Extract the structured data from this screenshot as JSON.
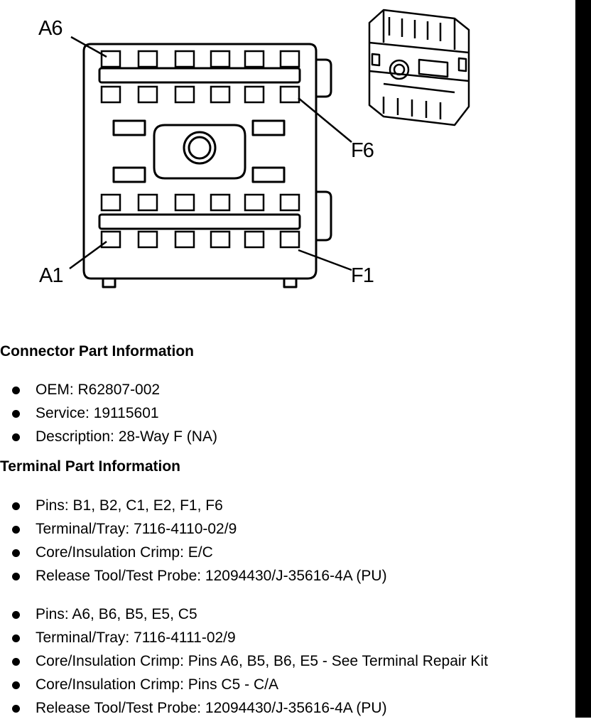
{
  "diagram": {
    "labels": {
      "top_left": "A6",
      "top_right": "F6",
      "bottom_left": "A1",
      "bottom_right": "F1"
    }
  },
  "connector": {
    "heading": "Connector Part Information",
    "items": [
      "OEM: R62807-002",
      "Service: 19115601",
      "Description: 28-Way F (NA)"
    ]
  },
  "terminal": {
    "heading": "Terminal Part Information",
    "group1": [
      "Pins: B1, B2, C1, E2, F1, F6",
      "Terminal/Tray: 7116-4110-02/9",
      "Core/Insulation Crimp: E/C",
      "Release Tool/Test Probe: 12094430/J-35616-4A (PU)"
    ],
    "group2": [
      "Pins: A6, B6, B5, E5, C5",
      "Terminal/Tray: 7116-4111-02/9",
      "Core/Insulation Crimp: Pins A6, B5, B6, E5 - See Terminal Repair Kit",
      "Core/Insulation Crimp: Pins C5 - C/A",
      "Release Tool/Test Probe: 12094430/J-35616-4A (PU)"
    ]
  }
}
